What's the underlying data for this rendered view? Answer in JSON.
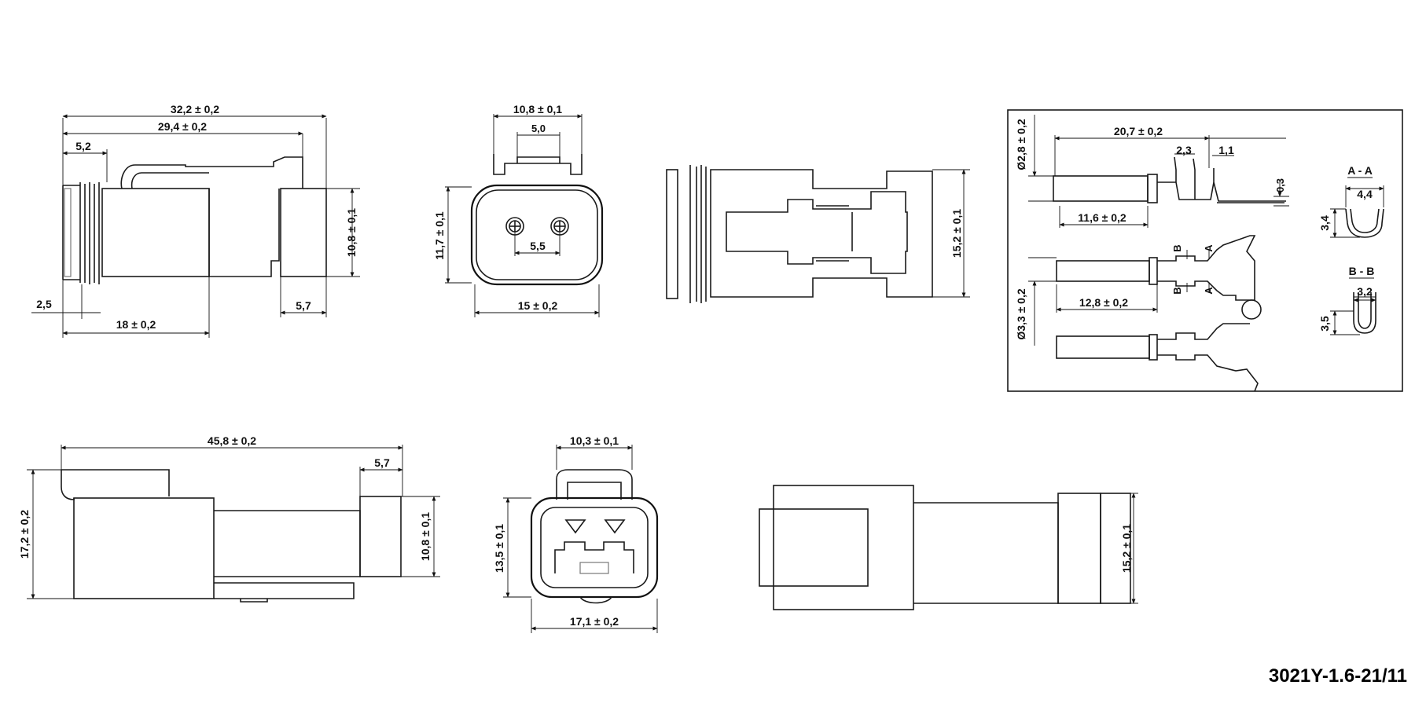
{
  "drawing_number": "3021Y-1.6-21/11",
  "views": {
    "receptacle_side": {
      "d_overall": "32,2 ± 0,2",
      "d_body": "29,4 ± 0,2",
      "d_flange": "5,2",
      "d_height": "10,8 ± 0,1",
      "d_seal": "2,5",
      "d_length": "18 ± 0,2",
      "d_cap": "5,7"
    },
    "receptacle_front": {
      "d_top": "10,8 ± 0,1",
      "d_slot": "5,0",
      "d_height": "11,7 ± 0,1",
      "d_pitch": "5,5",
      "d_width": "15 ± 0,2"
    },
    "receptacle_top": {
      "d_height": "15,2 ± 0,1"
    },
    "contacts": {
      "d_pin_dia": "Ø2,8 ± 0,2",
      "d_pin_len": "20,7 ± 0,2",
      "d_crimp": "2,3",
      "d_tab": "1,1",
      "d_thick": "0,3",
      "d_barrel": "11,6 ± 0,2",
      "d_socket_dia": "Ø3,3 ± 0,2",
      "d_socket_len": "12,8 ± 0,2",
      "mark_b": "B",
      "mark_a": "A",
      "sec_aa": "A - A",
      "sec_aa_w": "4,4",
      "sec_aa_h": "3,4",
      "sec_bb": "B - B",
      "sec_bb_w": "3,2",
      "sec_bb_h": "3,5"
    },
    "plug_side": {
      "d_overall": "45,8 ± 0,2",
      "d_cap": "5,7",
      "d_height": "17,2 ± 0,2",
      "d_body": "10,8 ± 0,1"
    },
    "plug_front": {
      "d_top": "10,3 ± 0,1",
      "d_height": "13,5 ± 0,1",
      "d_width": "17,1 ± 0,2"
    },
    "plug_top": {
      "d_height": "15,2 ± 0,1"
    }
  }
}
